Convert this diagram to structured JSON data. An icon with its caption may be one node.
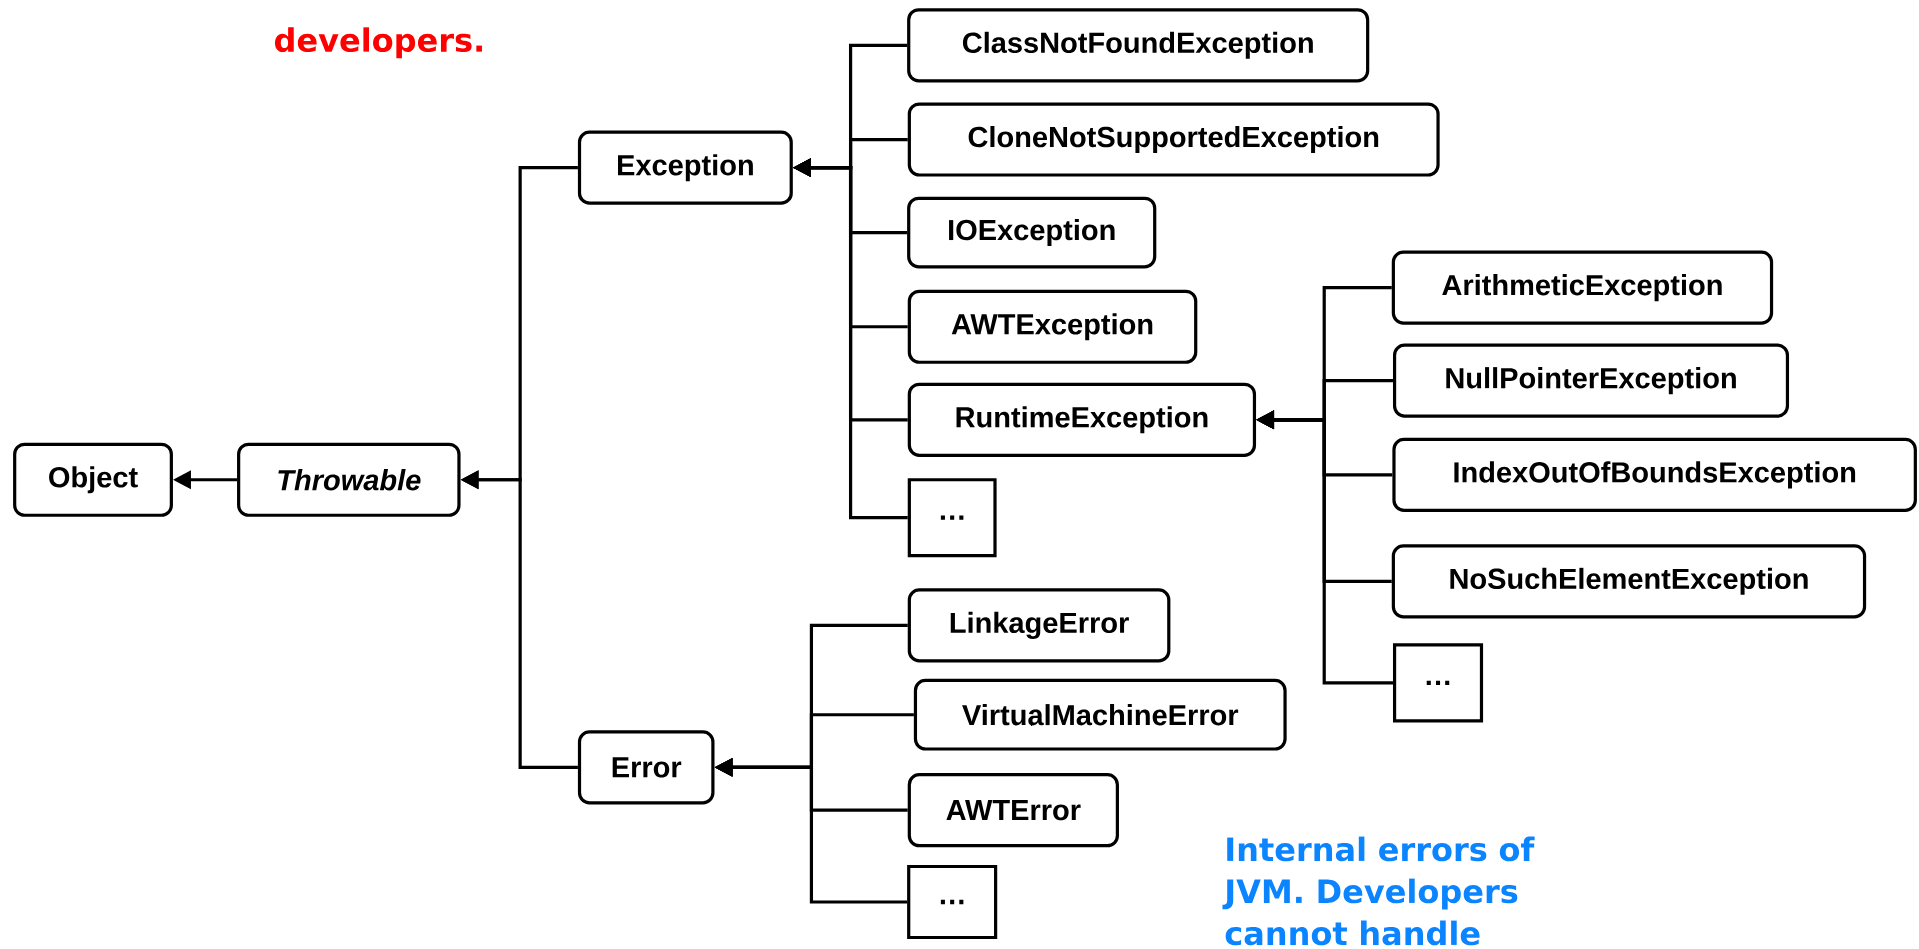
{
  "diagram": {
    "nodes": [
      {
        "text": [
          "Object"
        ]
      },
      {
        "text": [
          "*Throwable*"
        ]
      },
      {
        "text": [
          "Exception"
        ]
      },
      {
        "text": [
          "ClassNotFoundException"
        ]
      },
      {
        "text": [
          "CloneNotSupportedException"
        ]
      },
      {
        "text": [
          "IOException"
        ]
      },
      {
        "text": [
          "AWTException"
        ]
      },
      {
        "text": [
          "RuntimeException"
        ]
      },
      {
        "text": [
          "…"
        ]
      },
      {
        "text": [
          "ArithmeticException"
        ]
      },
      {
        "text": [
          "NullPointerException"
        ]
      },
      {
        "text": [
          "IndexOutOfBoundsException"
        ]
      },
      {
        "text": [
          "NoSuchElementException"
        ]
      },
      {
        "text": [
          "…"
        ]
      },
      {
        "text": [
          "Error"
        ]
      },
      {
        "text": [
          "LinkageError"
        ]
      },
      {
        "text": [
          "VirtualMachineError"
        ]
      },
      {
        "text": [
          "AWTError"
        ]
      },
      {
        "text": [
          "…"
        ]
      }
    ],
    "edges": [
      {
        "from": 1,
        "to": 0,
        "arrow": "to"
      },
      {
        "from": 2,
        "to": 1,
        "arrow": "to"
      },
      {
        "from": 14,
        "to": 1,
        "arrow": "to"
      },
      {
        "from": 3,
        "to": 2,
        "arrow": "to"
      },
      {
        "from": 4,
        "to": 2,
        "arrow": "to"
      },
      {
        "from": 5,
        "to": 2,
        "arrow": "to"
      },
      {
        "from": 6,
        "to": 2,
        "arrow": "to"
      },
      {
        "from": 7,
        "to": 2,
        "arrow": "to"
      },
      {
        "from": 8,
        "to": 2,
        "arrow": "to"
      },
      {
        "from": 9,
        "to": 7,
        "arrow": "to"
      },
      {
        "from": 10,
        "to": 7,
        "arrow": "to"
      },
      {
        "from": 11,
        "to": 7,
        "arrow": "to"
      },
      {
        "from": 12,
        "to": 7,
        "arrow": "to"
      },
      {
        "from": 13,
        "to": 7,
        "arrow": "to"
      },
      {
        "from": 15,
        "to": 14,
        "arrow": "to"
      },
      {
        "from": 16,
        "to": 14,
        "arrow": "to"
      },
      {
        "from": 17,
        "to": 14,
        "arrow": "to"
      },
      {
        "from": 18,
        "to": 14,
        "arrow": "to"
      }
    ],
    "labels": [
      "developers.",
      "Internal errors of JVM. Developers cannot handle"
    ]
  }
}
